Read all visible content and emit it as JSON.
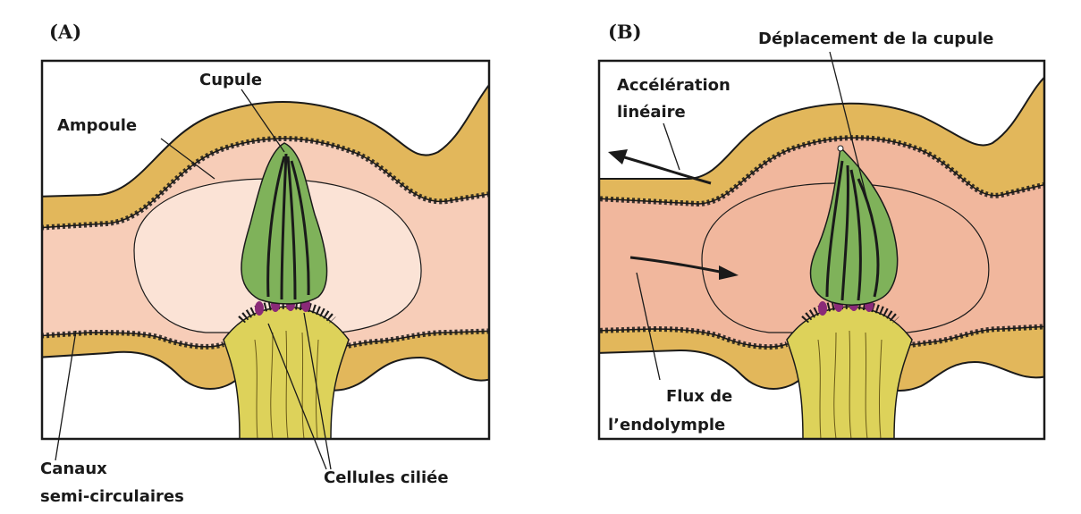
{
  "panels": {
    "a": {
      "label": "(A)"
    },
    "b": {
      "label": "(B)"
    }
  },
  "labels": {
    "cupule": "Cupule",
    "ampoule": "Ampoule",
    "canaux_line1": "Canaux",
    "canaux_line2": "semi-circulaires",
    "cellules": "Cellules ciliée",
    "deplacement": "Déplacement de la cupule",
    "acceleration_line1": "Accélération",
    "acceleration_line2": "linéaire",
    "flux_line1": "Flux de",
    "flux_line2": "l’endolymple"
  },
  "colors": {
    "wall": "#e2b75b",
    "wall_shadow": "#c8982f",
    "endolymph": "#f7cdb8",
    "endolymph_b": "#f1b79d",
    "ampulla_light": "#fbe3d6",
    "cupula": "#7fb25a",
    "crista": "#ddd25a",
    "hair_cells": "#8a2a78",
    "outline": "#1a1a1a"
  }
}
